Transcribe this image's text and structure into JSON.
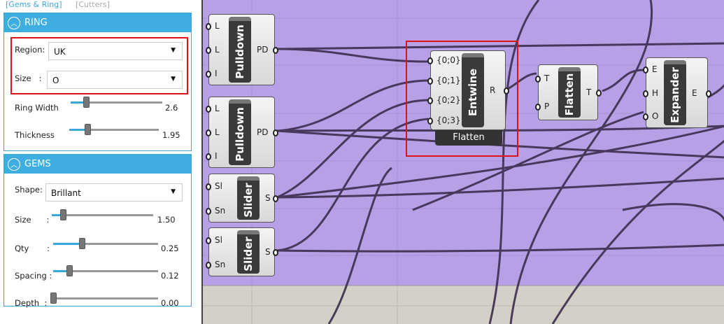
{
  "tabs": [
    {
      "label": "[Gems & Ring]",
      "active": true
    },
    {
      "label": "[Cutters]",
      "active": false
    }
  ],
  "ring": {
    "title": "RING",
    "region_label": "Region:",
    "region_value": "UK",
    "size_label": "Size   :",
    "size_value": "O",
    "ring_width_label": "Ring Width",
    "ring_width_value": "2.6",
    "ring_width_fill": 0.17,
    "thickness_label": "Thickness",
    "thickness_value": "1.95",
    "thickness_fill": 0.2
  },
  "gems": {
    "title": "GEMS",
    "shape_label": "Shape:",
    "shape_value": "Brillant",
    "sliders": [
      {
        "label": "Size      :",
        "value": "1.50",
        "fill": 0.11
      },
      {
        "label": "Qty       :",
        "value": "0.25",
        "fill": 0.27
      },
      {
        "label": "Spacing :",
        "value": "0.12",
        "fill": 0.15
      },
      {
        "label": "Depth  :",
        "value": "0.00",
        "fill": 0.0
      }
    ]
  },
  "canvas": {
    "background": "#b7a0e6",
    "highlight": "#e0101a",
    "components": [
      {
        "name": "Pulldown",
        "inputs": [
          "L",
          "L",
          "I"
        ],
        "outputs": [
          "PD"
        ]
      },
      {
        "name": "Pulldown",
        "inputs": [
          "L",
          "L",
          "I"
        ],
        "outputs": [
          "PD"
        ]
      },
      {
        "name": "Slider",
        "inputs": [
          "Sl",
          "Sn"
        ],
        "outputs": [
          "S"
        ]
      },
      {
        "name": "Slider",
        "inputs": [
          "Sl",
          "Sn"
        ],
        "outputs": [
          "S"
        ]
      },
      {
        "name": "Entwine",
        "inputs": [
          "{0;0}",
          "{0;1}",
          "{0;2}",
          "{0;3}"
        ],
        "outputs": [
          "R"
        ],
        "tag": "Flatten"
      },
      {
        "name": "Flatten",
        "inputs": [
          "T",
          "P"
        ],
        "outputs": [
          "T"
        ]
      },
      {
        "name": "Expander",
        "inputs": [
          "E",
          "H",
          "O"
        ],
        "outputs": [
          "E"
        ]
      }
    ]
  }
}
